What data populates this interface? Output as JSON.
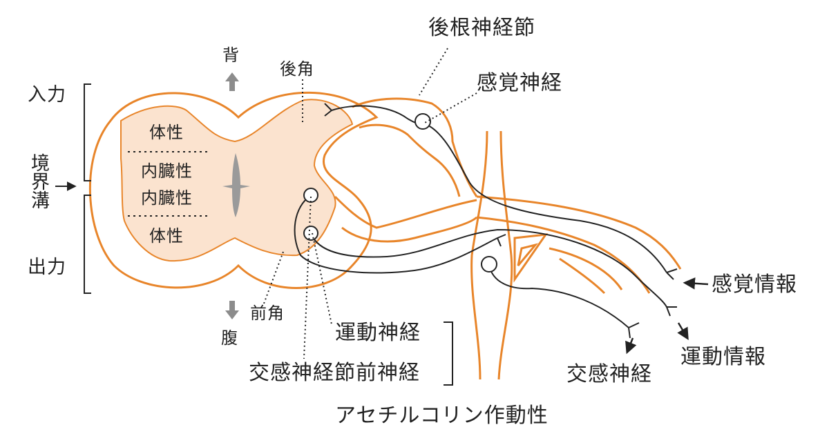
{
  "labels": {
    "dorsal": "背",
    "ventral": "腹",
    "dorsal_horn": "後角",
    "ventral_horn": "前角",
    "input": "入力",
    "output": "出力",
    "sulcus_limitans": "境界溝",
    "somatic_upper": "体性",
    "visceral_upper": "内臓性",
    "visceral_lower": "内臓性",
    "somatic_lower": "体性",
    "dorsal_root_ganglion": "後根神経節",
    "sensory_nerve": "感覚神経",
    "motor_nerve": "運動神経",
    "preganglionic_nerve": "交感神経節前神経",
    "sensory_info": "感覚情報",
    "motor_info": "運動情報",
    "sympathetic_nerve": "交感神経",
    "cholinergic": "アセチルコリン作動性"
  },
  "colors": {
    "outline": "#e8852a",
    "fill": "#fbe3cf",
    "line": "#222222",
    "canal": "#9a9a9a",
    "arrow_gray": "#8c8c8c"
  }
}
